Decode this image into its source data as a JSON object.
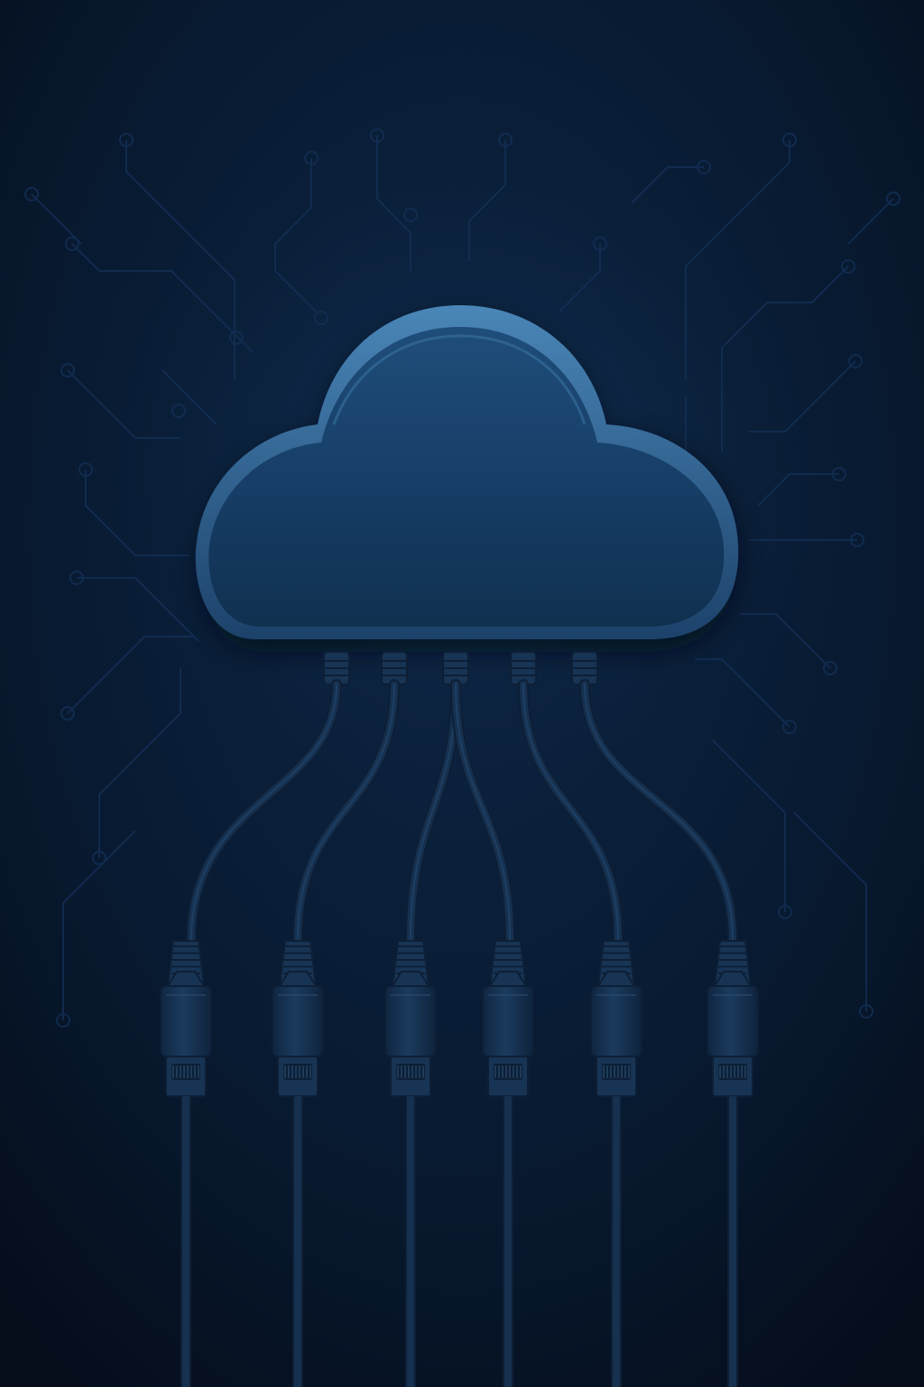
{
  "scene": {
    "subject": "cloud-connected-to-network-cables",
    "cable_count": 6,
    "plug_type": "ethernet-rj45",
    "palette": {
      "background_center": "#0d2544",
      "background_edge": "#050d1b",
      "circuit_trace": "#143158",
      "cloud_fill": "#153a61",
      "cloud_highlight": "#2c5f8d",
      "cloud_rim": "#3d77a8",
      "cable": "#16304f",
      "cable_highlight": "#24496f",
      "plug": "#183454",
      "plug_dark": "#0d1f36"
    }
  }
}
